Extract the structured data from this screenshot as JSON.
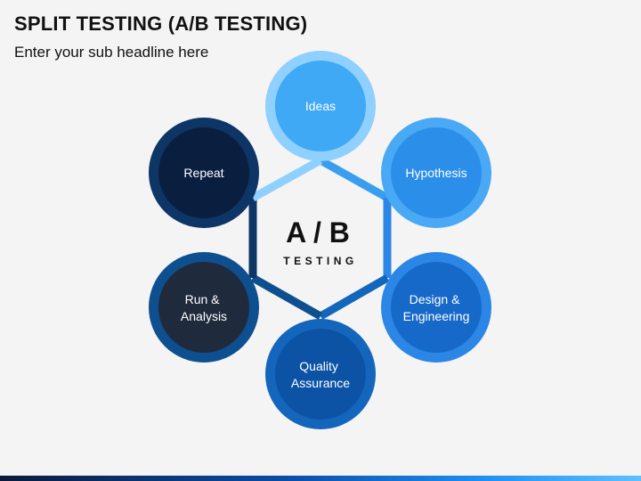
{
  "header": {
    "title": "SPLIT TESTING (A/B TESTING)",
    "subtitle": "Enter your sub headline here"
  },
  "center": {
    "title": "A / B",
    "subtitle": "TESTING"
  },
  "nodes": [
    {
      "lines": [
        "Ideas"
      ],
      "color": "#3fa9f5",
      "ring": "#8fd0ff"
    },
    {
      "lines": [
        "Hypothesis"
      ],
      "color": "#2b8ee8",
      "ring": "#4aa9f5"
    },
    {
      "lines": [
        "Design &",
        "Engineering"
      ],
      "color": "#1669c9",
      "ring": "#2b86e6"
    },
    {
      "lines": [
        "Quality",
        "Assurance"
      ],
      "color": "#0c53a6",
      "ring": "#1466bd"
    },
    {
      "lines": [
        "Run &",
        "Analysis"
      ],
      "color": "#1f2a3c",
      "ring": "#0e4f8f"
    },
    {
      "lines": [
        "Repeat"
      ],
      "color": "#0a1f40",
      "ring": "#0d3566"
    }
  ]
}
